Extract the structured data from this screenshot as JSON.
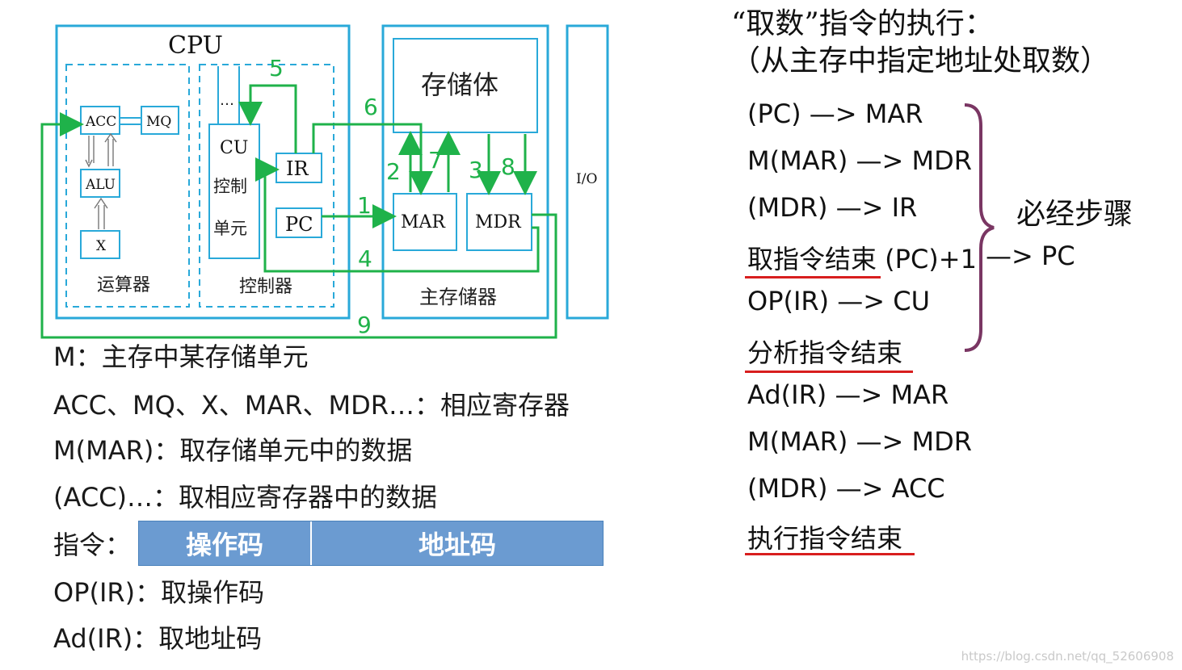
{
  "diagram": {
    "cpu": "CPU",
    "acc": "ACC",
    "mq": "MQ",
    "alu": "ALU",
    "x": "X",
    "alu_unit": "运算器",
    "cu_line1": "CU",
    "cu_line2": "控制",
    "cu_line3": "单元",
    "cu_dots": "…",
    "ir": "IR",
    "pc": "PC",
    "control_unit": "控制器",
    "memory_body": "存储体",
    "mar": "MAR",
    "mdr": "MDR",
    "main_memory": "主存储器",
    "io": "I/O",
    "step_numbers": [
      "1",
      "2",
      "3",
      "4",
      "5",
      "6",
      "7",
      "8",
      "9"
    ]
  },
  "legend": {
    "m": "M：主存中某存储单元",
    "regs": "ACC、MQ、X、MAR、MDR…：相应寄存器",
    "m_mar": "M(MAR)：取存储单元中的数据",
    "acc_data": "(ACC)…：取相应寄存器中的数据",
    "instr_label": "指令：",
    "opcode": "操作码",
    "address_code": "地址码",
    "op_ir": "OP(IR)：取操作码",
    "ad_ir": "Ad(IR)：取地址码"
  },
  "right": {
    "title1": "“取数”指令的执行：",
    "title2": "（从主存中指定地址处取数）",
    "steps": [
      "(PC) —> MAR",
      "M(MAR) —> MDR",
      "(MDR) —> IR",
      "取指令结束 (PC)+1",
      "OP(IR) —> CU",
      "分析指令结束",
      "Ad(IR) —> MAR",
      "M(MAR) —> MDR",
      "(MDR) —> ACC",
      "执行指令结束"
    ],
    "pc_tail": "—> PC",
    "brace_label": "必经步骤"
  },
  "watermark": "https://blog.csdn.net/qq_52606908",
  "colors": {
    "accent_line": "#1fb24a",
    "box_border": "#29a9d9",
    "underline": "#d81e1e",
    "brace": "#7a3663",
    "instr_bar": "#6b9bd1"
  }
}
